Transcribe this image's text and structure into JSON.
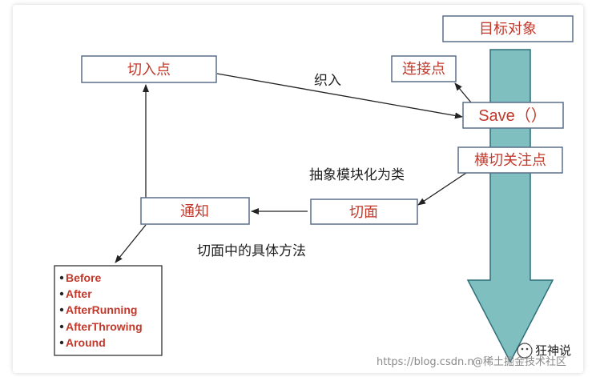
{
  "boxes": {
    "target_object": "目标对象",
    "pointcut": "切入点",
    "joinpoint": "连接点",
    "save": "Save（）",
    "crosscutting": "横切关注点",
    "aspect": "切面",
    "advice": "通知"
  },
  "labels": {
    "weave": "织入",
    "abstract_modularize": "抽象模块化为类",
    "aspect_methods": "切面中的具体方法"
  },
  "advice_types": [
    "Before",
    "After",
    "AfterRunning",
    "AfterThrowing",
    "Around"
  ],
  "watermark": {
    "url": "https://blog.csdn.n",
    "community": "@稀土掘金技术社区",
    "brand": "狂神说"
  },
  "colors": {
    "arrow_fill": "#7fbfbf",
    "arrow_stroke": "#2f6f7a",
    "text_red": "#c0392b",
    "box_border": "#5a6f8a"
  }
}
